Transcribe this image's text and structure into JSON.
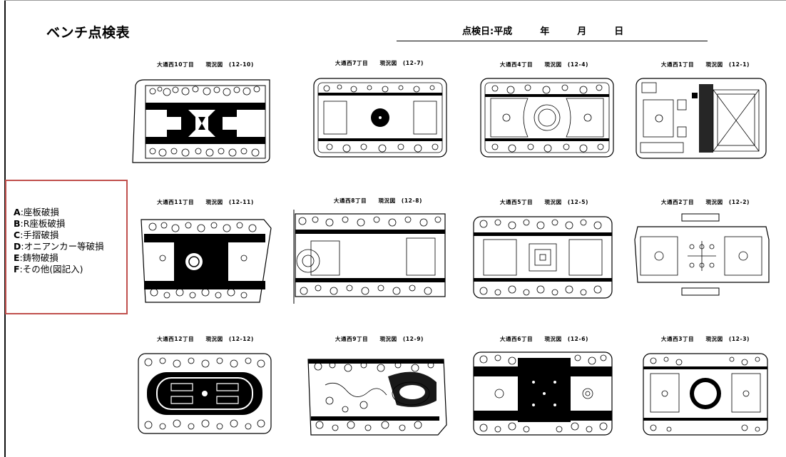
{
  "title": "ベンチ点検表",
  "date_label": "点検日:平成　　　年　　　月　　　日",
  "legend": [
    {
      "code": "A",
      "text": ":座板破損"
    },
    {
      "code": "B",
      "text": ":R座板破損"
    },
    {
      "code": "C",
      "text": ":手摺破損"
    },
    {
      "code": "D",
      "text": ":オニアンカー等破損"
    },
    {
      "code": "E",
      "text": ":鋳物破損"
    },
    {
      "code": "F",
      "text": ":その他(図記入)"
    }
  ],
  "maps": [
    {
      "caption": "大通西10丁目　　現況図　(12-10)"
    },
    {
      "caption": "大通西7丁目　　現況図　(12-7)"
    },
    {
      "caption": "大通西4丁目　　現況図　(12-4)"
    },
    {
      "caption": "大通西1丁目　　現況図　(12-1)"
    },
    {
      "caption": "大通西11丁目　　現況図　(12-11)"
    },
    {
      "caption": "大通西8丁目　　現況図　(12-8)"
    },
    {
      "caption": "大通西5丁目　　現況図　(12-5)"
    },
    {
      "caption": "大通西2丁目　　現況図　(12-2)"
    },
    {
      "caption": "大通西12丁目　　現況図　(12-12)"
    },
    {
      "caption": "大通西9丁目　　現況図　(12-9)"
    },
    {
      "caption": "大通西6丁目　　現況図　(12-6)"
    },
    {
      "caption": "大通西3丁目　　現況図　(12-3)"
    }
  ]
}
